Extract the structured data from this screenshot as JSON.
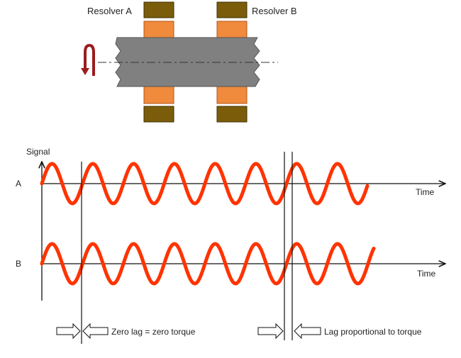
{
  "labels": {
    "resolver_a": "Resolver A",
    "resolver_b": "Resolver B",
    "signal_axis": "Signal",
    "row_a": "A",
    "row_b": "B",
    "time_a": "Time",
    "time_b": "Time",
    "zero_lag": "Zero lag = zero torque",
    "lag_prop": "Lag proportional to torque"
  },
  "colors": {
    "wave": "#ff3300",
    "shaft": "#808080",
    "rotor": "#f08a3c",
    "stator": "#7a5c0a",
    "rotation_arrow": "#9b1c1c",
    "axis": "#111111"
  },
  "icons": {
    "rotation": "curved-rotation-arrow-icon"
  }
}
